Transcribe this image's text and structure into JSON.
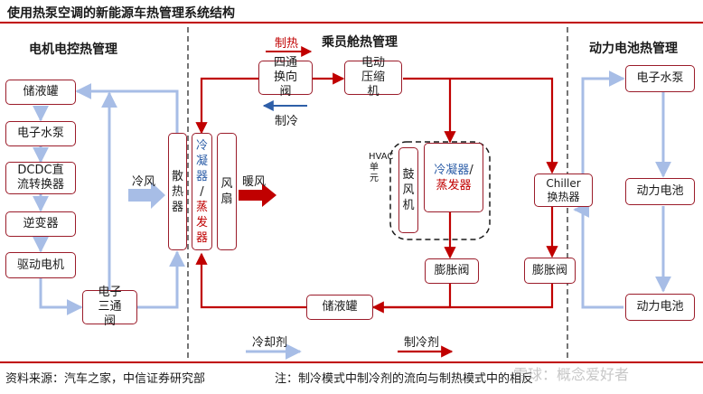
{
  "title": "使用热泵空调的新能源车热管理系统结构",
  "sections": {
    "motor": "电机电控热管理",
    "cabin": "乘员舱热管理",
    "battery": "动力电池热管理"
  },
  "motor_boxes": {
    "tank": "储液罐",
    "pump": "电子水泵",
    "dcdc": "DCDC直流转换器",
    "inverter": "逆变器",
    "motor": "驱动电机",
    "valve3": "电子三通阀"
  },
  "middle": {
    "radiator": "散热器",
    "condenser_blue": "冷凝器",
    "slash": "/",
    "evaporator_red": "蒸发器",
    "fan": "风扇",
    "cold_air": "冷风",
    "warm_air": "暖风"
  },
  "cabin": {
    "four_way": "四通换向阀",
    "compressor": "电动压缩机",
    "hvac": "HVAC单元",
    "blower": "鼓风机",
    "cond_evap_blue": "冷凝器",
    "cond_evap_slash": "/",
    "cond_evap_red": "蒸发器",
    "exp_valve": "膨胀阀",
    "reservoir": "储液罐",
    "heating": "制热",
    "cooling": "制冷"
  },
  "battery": {
    "chiller": "Chiller换热器",
    "exp_valve": "膨胀阀",
    "pump": "电子水泵",
    "cell1": "动力电池",
    "cell2": "动力电池"
  },
  "legend": {
    "coolant": "冷却剂",
    "refrigerant": "制冷剂"
  },
  "footer": {
    "source": "资料来源：汽车之家，中信证券研究部",
    "note": "注：制冷模式中制冷剂的流向与制热模式中的相反"
  },
  "watermark": "雪球：概念爱好者",
  "colors": {
    "red": "#c00000",
    "blue": "#2e5fa8",
    "coolant": "#a7bde6",
    "box_border": "#9b1c2a"
  }
}
